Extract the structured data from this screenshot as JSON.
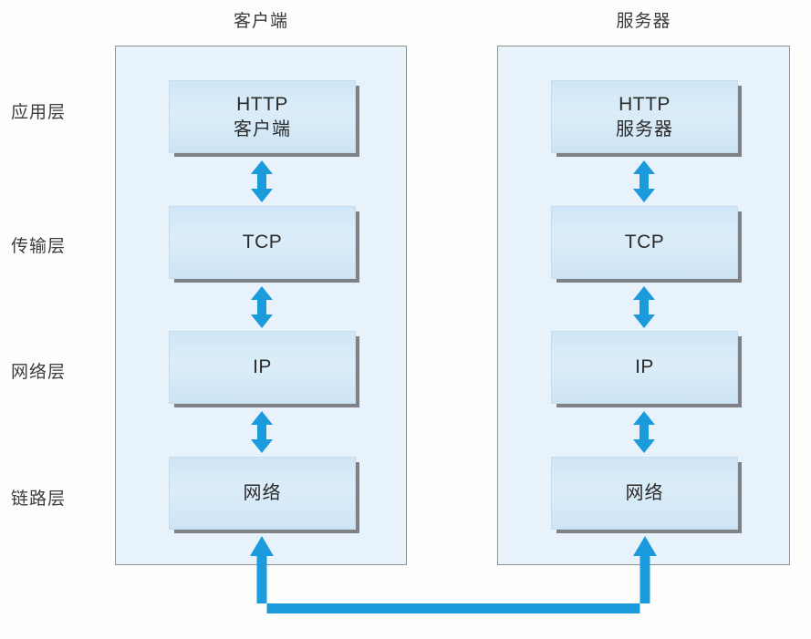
{
  "diagram": {
    "title_client": "客户端",
    "title_server": "服务器",
    "accent_color": "#1b9bdc",
    "panel_fill": "#e7f2fb",
    "panel_border": "#8d9094",
    "box_fill": "#d6e9f7",
    "box_shadow": "#7e8185",
    "background": "#fdfdfc"
  },
  "layers": [
    {
      "label": "应用层",
      "client": {
        "line1": "HTTP",
        "line2": "客户端"
      },
      "server": {
        "line1": "HTTP",
        "line2": "服务器"
      }
    },
    {
      "label": "传输层",
      "client": {
        "line1": "TCP",
        "line2": ""
      },
      "server": {
        "line1": "TCP",
        "line2": ""
      }
    },
    {
      "label": "网络层",
      "client": {
        "line1": "IP",
        "line2": ""
      },
      "server": {
        "line1": "IP",
        "line2": ""
      }
    },
    {
      "label": "链路层",
      "client": {
        "line1": "网络",
        "line2": ""
      },
      "server": {
        "line1": "网络",
        "line2": ""
      }
    }
  ],
  "connectors": {
    "client_app_transport": "double-arrow-vertical",
    "client_transport_network": "double-arrow-vertical",
    "client_network_link": "double-arrow-vertical",
    "server_app_transport": "double-arrow-vertical",
    "server_transport_network": "double-arrow-vertical",
    "server_network_link": "double-arrow-vertical",
    "physical_link": "double-arrow-u-shaped"
  }
}
